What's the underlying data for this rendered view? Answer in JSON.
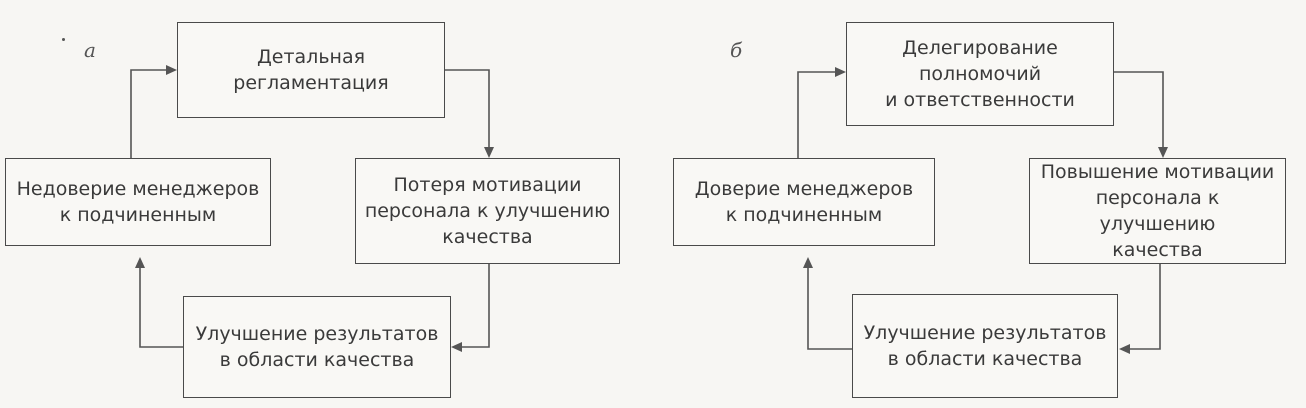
{
  "panels": [
    {
      "label": "а",
      "top": "Детальная\nрегламентация",
      "left": "Недоверие менеджеров\nк подчиненным",
      "right": "Потеря мотивации\nперсонала к улучшению\nкачества",
      "bottom": "Улучшение результатов\nв области качества"
    },
    {
      "label": "б",
      "top": "Делегирование\nполномочий\nи ответственности",
      "left": "Доверие менеджеров\nк подчиненным",
      "right": "Повышение мотивации\nперсонала к улучшению\nкачества",
      "bottom": "Улучшение результатов\nв области качества"
    }
  ]
}
